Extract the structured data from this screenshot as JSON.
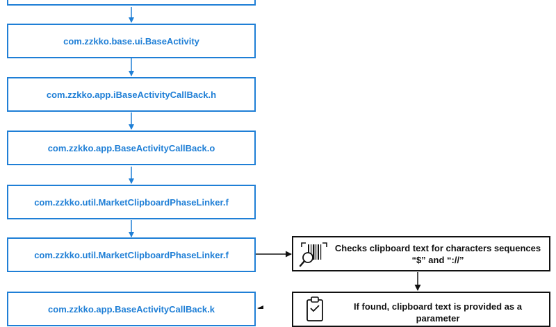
{
  "colors": {
    "accent": "#1f7fd6",
    "dark": "#111111"
  },
  "flow": {
    "steps": [
      "com.zzkko.base.ui.BaseActivity",
      "com.zzkko.app.iBaseActivityCallBack.h",
      "com.zzkko.app.BaseActivityCallBack.o",
      "com.zzkko.util.MarketClipboardPhaseLinker.f",
      "com.zzkko.util.MarketClipboardPhaseLinker.f",
      "com.zzkko.app.BaseActivityCallBack.k"
    ]
  },
  "side": {
    "check": {
      "text": "Checks clipboard text for characters sequences “$” and “://”",
      "icon": "barcode-search-icon"
    },
    "found": {
      "text": "If found, clipboard text is provided as a parameter",
      "icon": "clipboard-check-icon"
    }
  }
}
